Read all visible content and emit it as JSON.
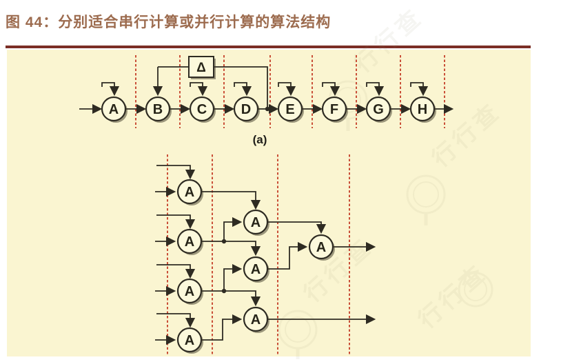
{
  "header": {
    "title": "图 44：分别适合串行计算或并行计算的算法结构"
  },
  "colors": {
    "panel_background": "#FAF5D1",
    "node_fill": "#FCF9DC",
    "wire": "#2E2B22",
    "stage_separator": "#C43B26",
    "title_text": "#9C6B4E",
    "title_rule": "#7B2F26"
  },
  "diagram_a": {
    "caption": "(a)",
    "delta_symbol": "Δ",
    "nodes": [
      "A",
      "B",
      "C",
      "D",
      "E",
      "F",
      "G",
      "H"
    ]
  },
  "diagram_b": {
    "nodes": [
      "A",
      "A",
      "A",
      "A",
      "A",
      "A",
      "A",
      "A"
    ]
  },
  "watermark": {
    "text": "行行查"
  }
}
